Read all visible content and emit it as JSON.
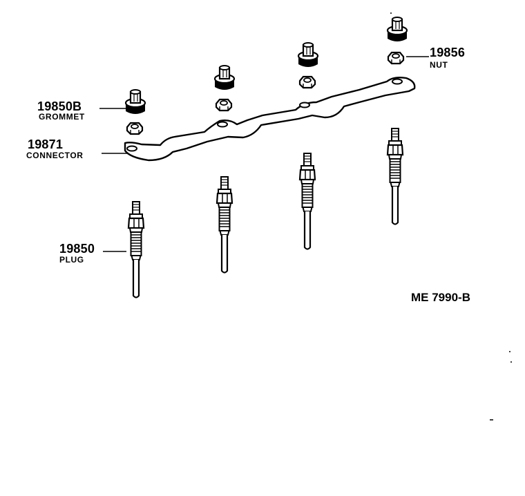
{
  "parts": {
    "grommet": {
      "number": "19850B",
      "name": "GROMMET"
    },
    "connector": {
      "number": "19871",
      "name": "CONNECTOR"
    },
    "plug": {
      "number": "19850",
      "name": "PLUG"
    },
    "nut": {
      "number": "19856",
      "name": "NUT"
    }
  },
  "diagram_code": "ME 7990-B",
  "colors": {
    "line": "#000000",
    "background": "#ffffff"
  },
  "counts": {
    "glow_plugs": 4,
    "grommets": 4,
    "nuts": 4
  }
}
